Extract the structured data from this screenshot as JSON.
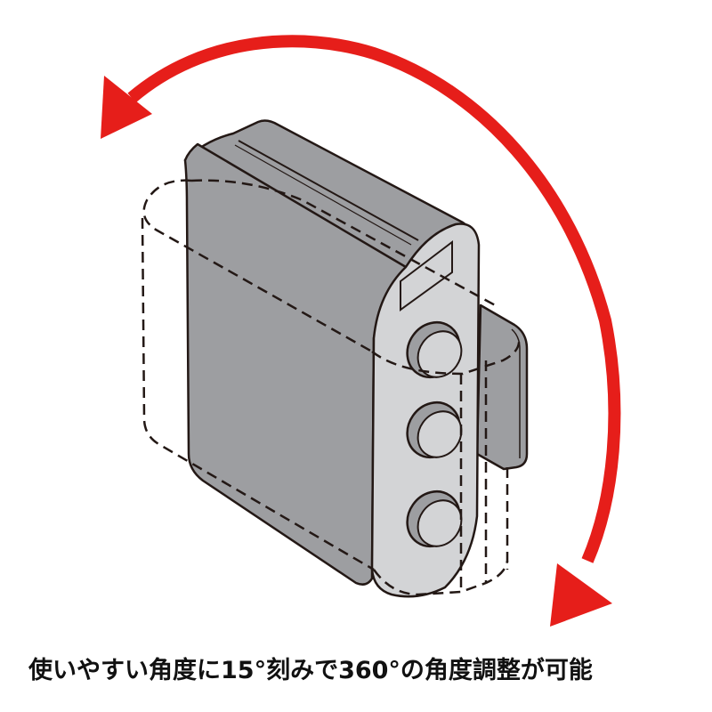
{
  "caption": {
    "text": "使いやすい角度に15°刻みで360°の角度調整が可能"
  },
  "illustration": {
    "subject": "rotating-device-mount",
    "rotation_arrow": "double-headed-curved-arrow",
    "buttons_count": 3
  },
  "colors": {
    "arrow": "#e61e1a",
    "body_dark": "#9d9ea1",
    "body_light": "#d3d4d6",
    "outline": "#231815",
    "text": "#111111",
    "background": "#ffffff"
  }
}
